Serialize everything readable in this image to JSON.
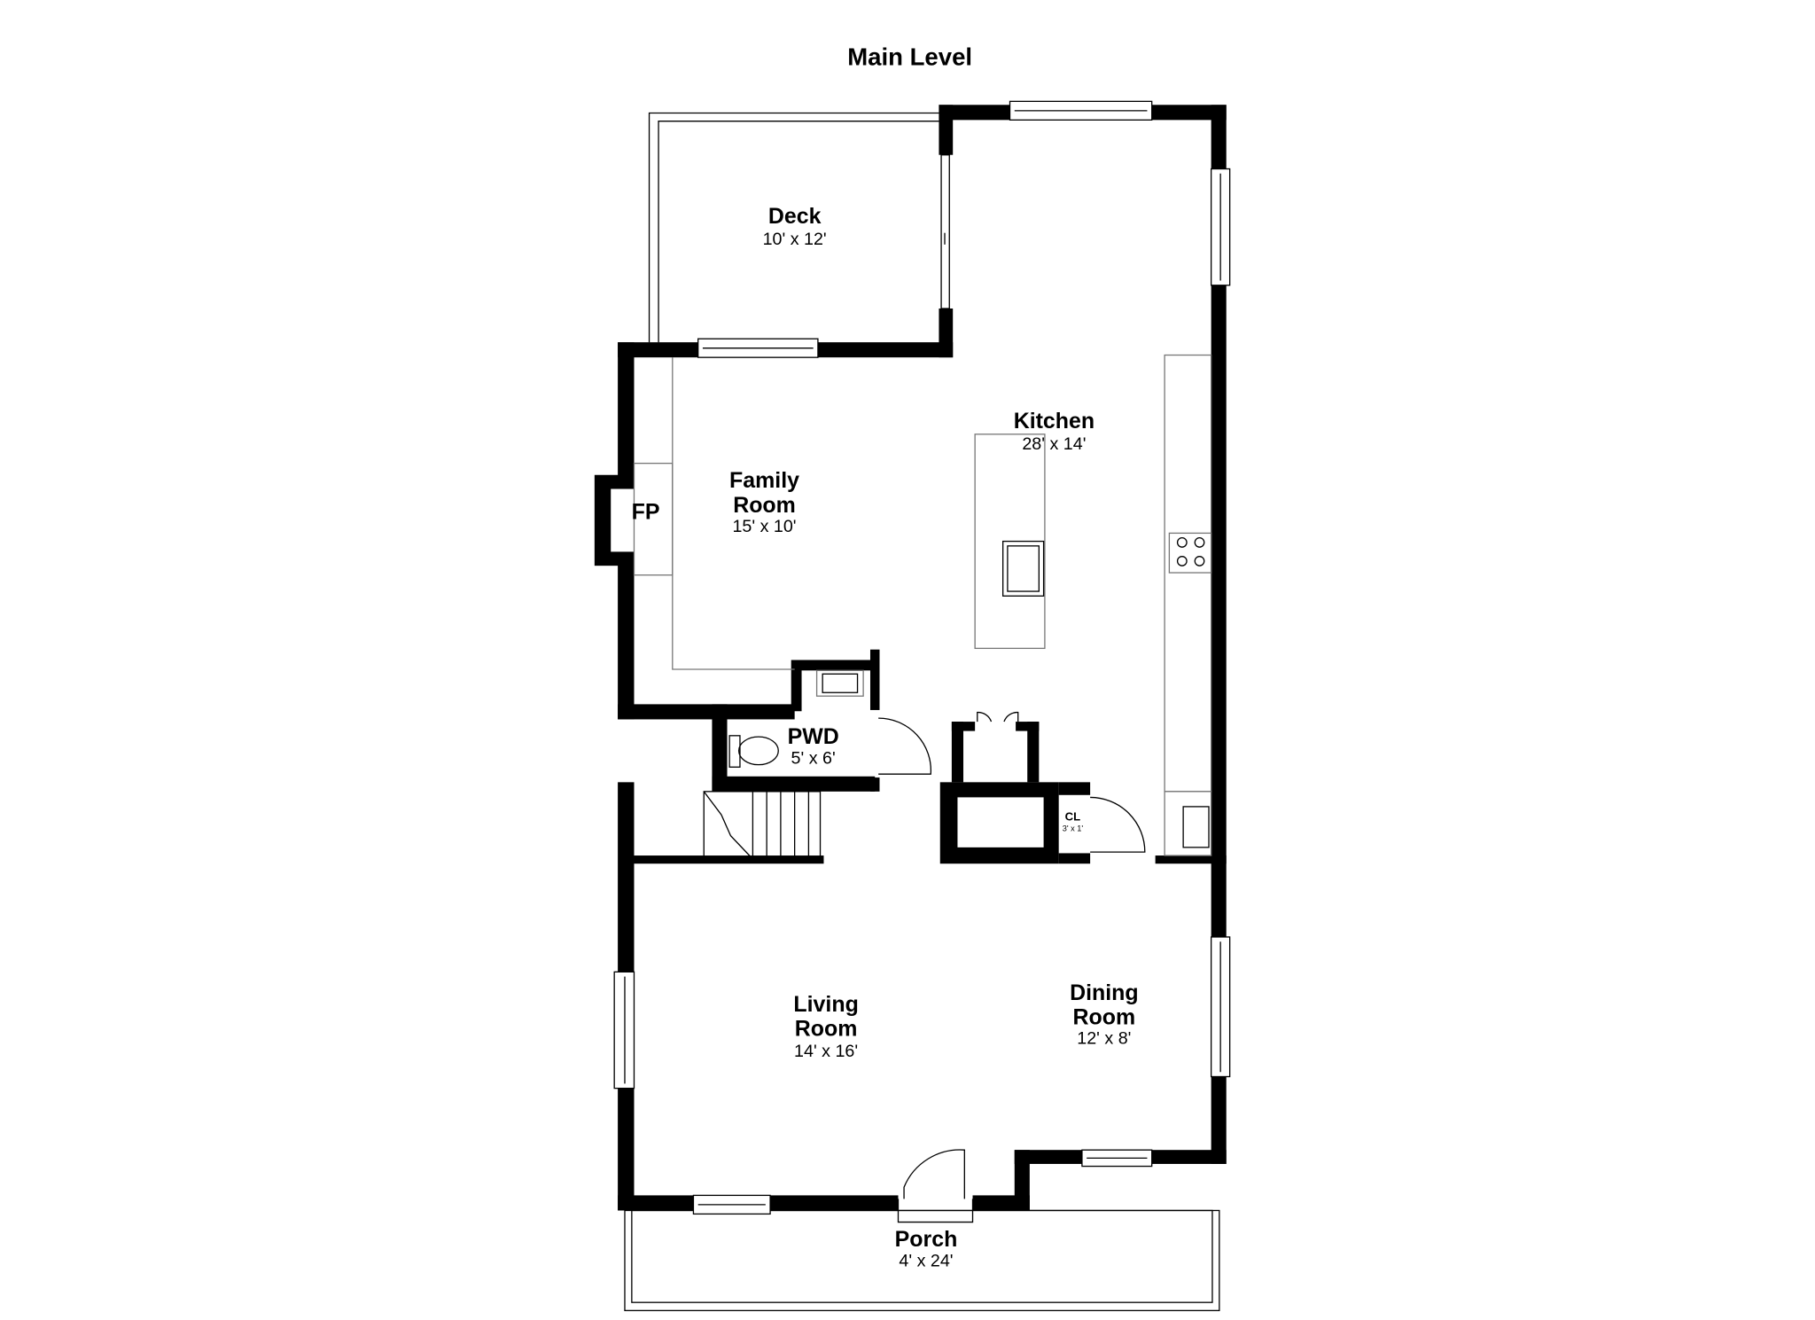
{
  "title": "Main Level",
  "rooms": {
    "deck": {
      "name": "Deck",
      "size": "10' x 12'"
    },
    "kitchen": {
      "name": "Kitchen",
      "size": "28' x 14'"
    },
    "family": {
      "name1": "Family",
      "name2": "Room",
      "size": "15' x 10'"
    },
    "fp": {
      "name": "FP"
    },
    "pwd": {
      "name": "PWD",
      "size": "5' x 6'"
    },
    "cl": {
      "name": "CL",
      "size": "3' x 1'"
    },
    "living": {
      "name1": "Living",
      "name2": "Room",
      "size": "14' x 16'"
    },
    "dining": {
      "name1": "Dining",
      "name2": "Room",
      "size": "12' x 8'"
    },
    "porch": {
      "name": "Porch",
      "size": "4' x 24'"
    }
  }
}
